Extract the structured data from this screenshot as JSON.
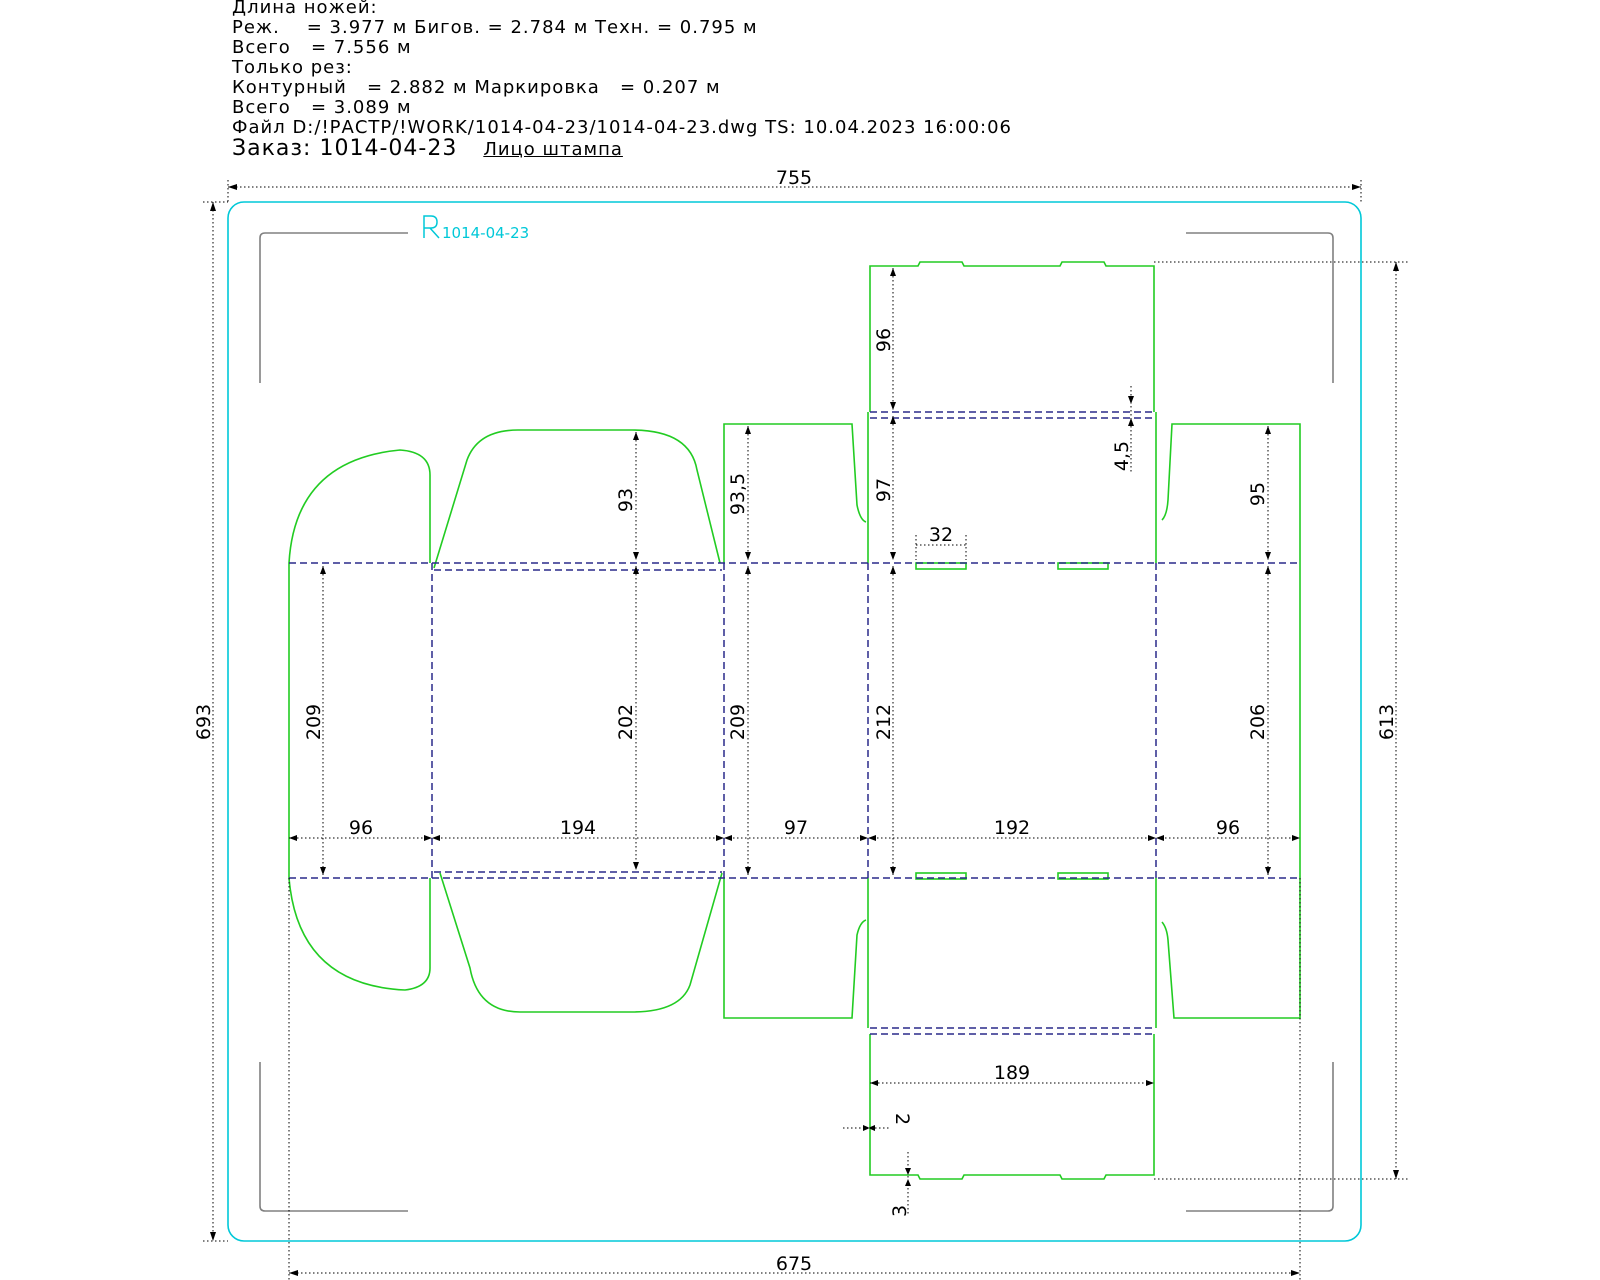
{
  "header": {
    "knife_length_title": "Длина ножей:",
    "knife_length_line": "Реж.    = 3.977 м Бигов. = 2.784 м Техн. = 0.795 м",
    "knife_total_line": "Всего   = 7.556 м",
    "cut_only_title": "Только рез:",
    "cut_only_line": "Контурный   = 2.882 м Маркировка   = 0.207 м",
    "cut_total_line": "Всего   = 3.089 м",
    "file_line": "Файл D:/!РАСТР/!WORK/1014-04-23/1014-04-23.dwg TS: 10.04.2023 16:00:06",
    "order_line": "Заказ: 1014-04-23",
    "face_label": "Лицо штампа"
  },
  "stamp_label": "1014-04-23",
  "dimensions": {
    "overall_width": "755",
    "overall_height": "693",
    "blank_width": "675",
    "blank_height": "613",
    "panel_1_width": "96",
    "panel_2_width": "194",
    "panel_3_width": "97",
    "panel_4_width": "192",
    "panel_5_width": "96",
    "bottom_tab_width": "189",
    "panel_1_height": "209",
    "panel_2_height": "202",
    "panel_3_height": "209",
    "panel_4_height": "212",
    "panel_5_height": "206",
    "top_flap_2": "93",
    "top_flap_3": "93,5",
    "top_flap_4": "97",
    "top_flap_5": "95",
    "top_tuck": "96",
    "notch_width": "32",
    "gap_top": "4,5",
    "gap_left": "2",
    "gap_bottom": "3"
  },
  "colors": {
    "cut_line": "#22cc22",
    "crease_line": "#2a2a8a",
    "frame": "#00c8d8",
    "dimension": "#000000",
    "corner_mark": "#808080"
  }
}
